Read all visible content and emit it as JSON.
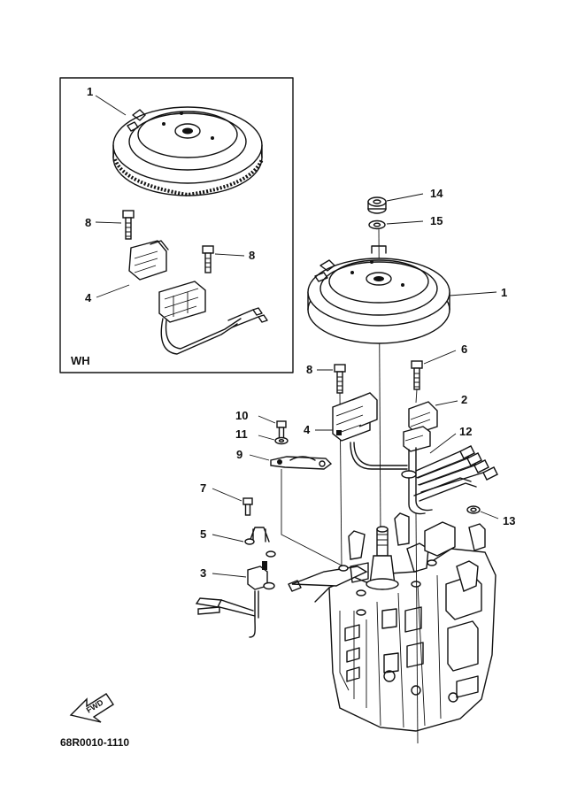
{
  "inset": {
    "tag": "WH",
    "callouts": {
      "flywheel": "1",
      "bolt": "8",
      "bolt_right": "8",
      "coil": "4"
    }
  },
  "callouts": {
    "nut": "14",
    "washer": "15",
    "flywheel": "1",
    "bolt_coil": "8",
    "bolt_pulser": "6",
    "pulser_coil": "2",
    "charge_coil": "4",
    "grommet_harness": "12",
    "screw_clamp": "10",
    "washer_clamp": "11",
    "clamp": "9",
    "grommet": "13",
    "screw_bracket": "7",
    "bracket": "5",
    "switch": "3"
  },
  "arrow_text": "FWD",
  "diagram_code": "68R0010-1110"
}
